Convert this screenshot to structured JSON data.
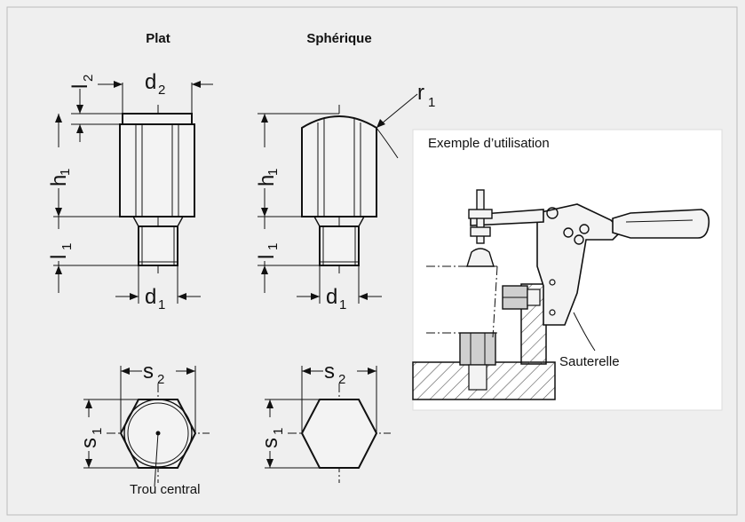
{
  "headers": {
    "plat": "Plat",
    "spherique": "Sphérique"
  },
  "dimensions": {
    "d": "d",
    "h": "h",
    "l": "l",
    "s": "s",
    "r": "r",
    "idx1": "1",
    "idx2": "2"
  },
  "example": {
    "title": "Exemple d’utilisation",
    "clamp_label": "Sauterelle"
  },
  "callout": {
    "center_hole": "Trou central"
  },
  "colors": {
    "background": "#efefef",
    "panel": "#ffffff",
    "ink": "#111111",
    "part_fill": "#f3f3f3",
    "hatch": "#555555"
  }
}
